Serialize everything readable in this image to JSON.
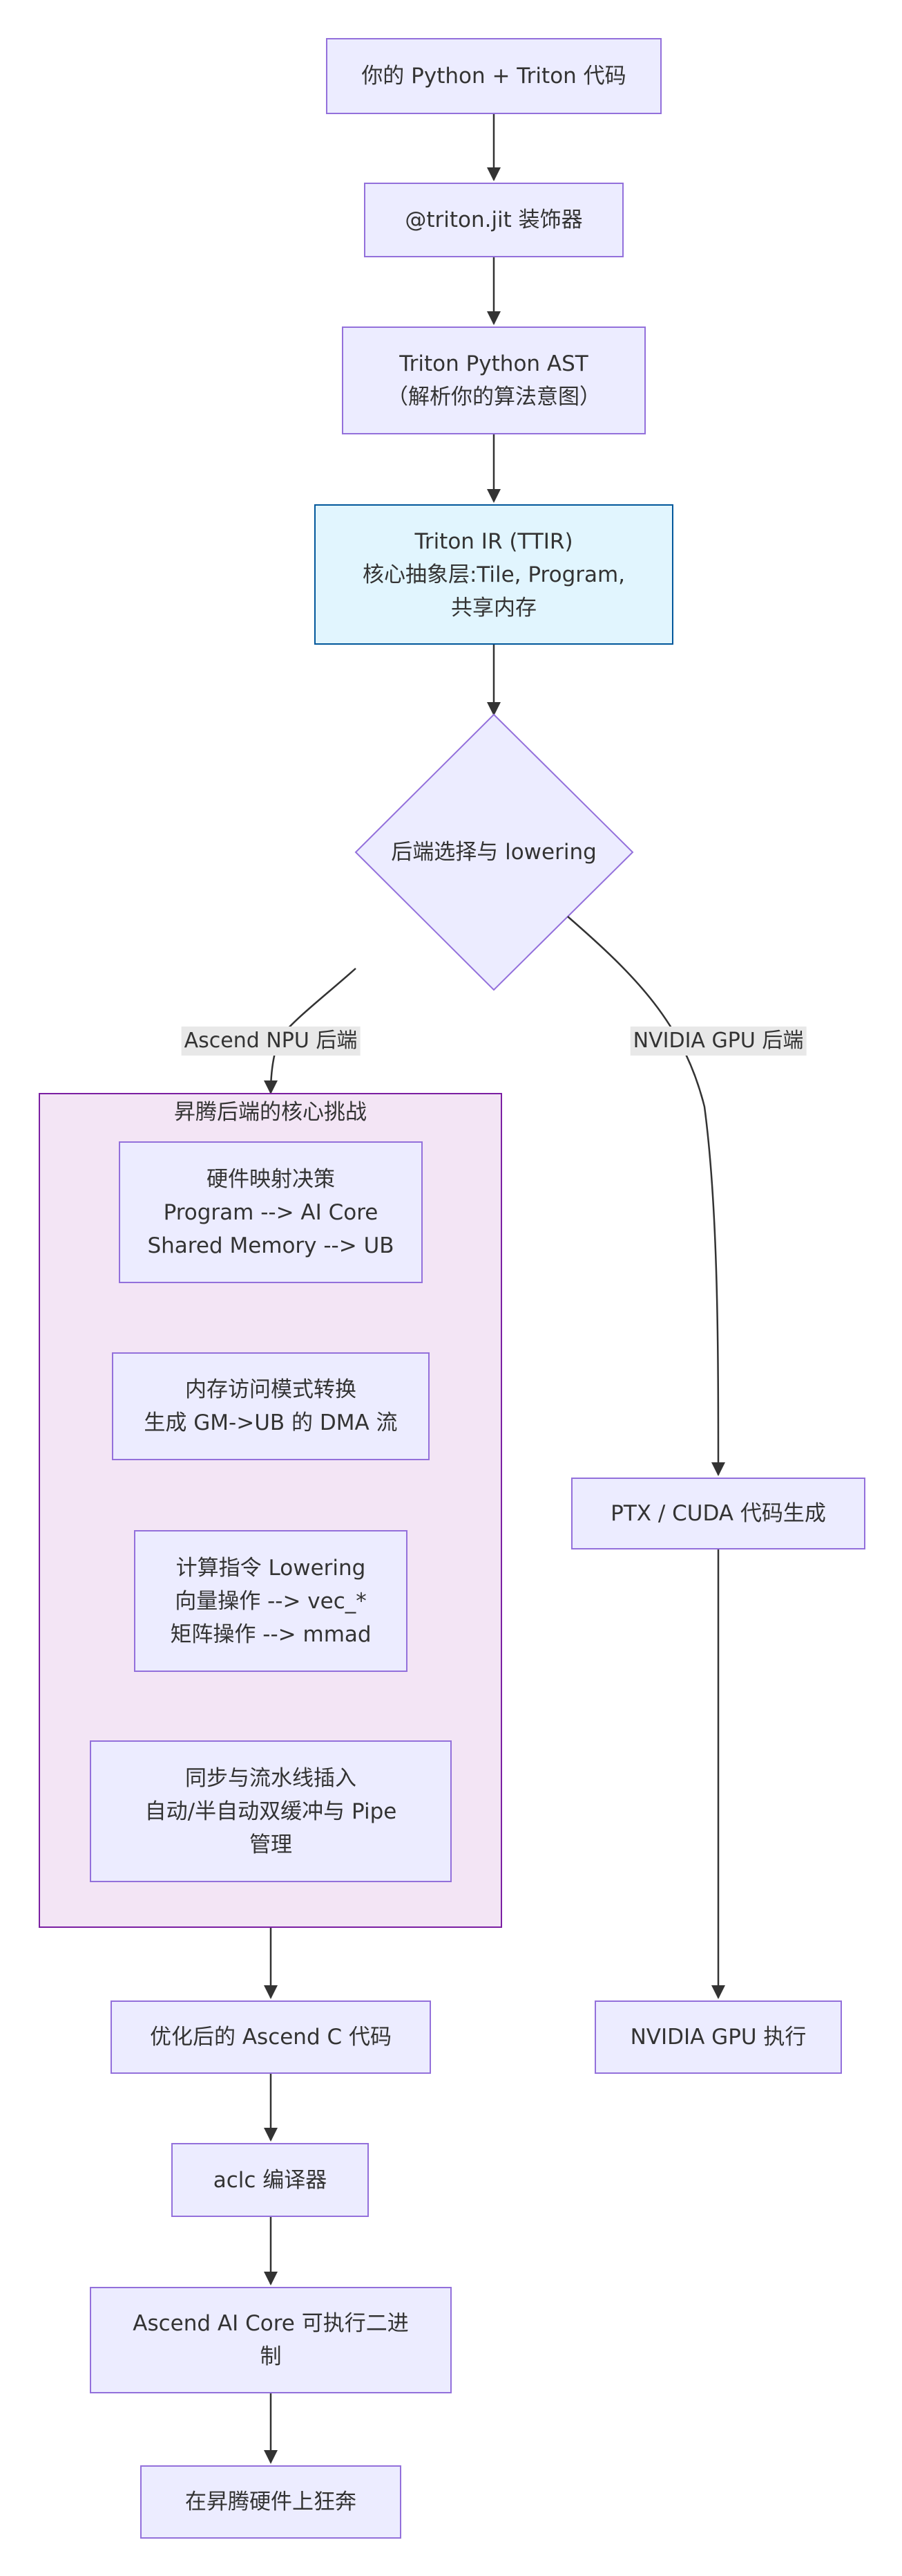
{
  "nodes": {
    "code": "你的 Python + Triton 代码",
    "jit": "@triton.jit 装饰器",
    "ast": [
      "Triton Python AST",
      "（解析你的算法意图）"
    ],
    "ttir": [
      "Triton IR (TTIR)",
      "核心抽象层:Tile, Program,",
      "共享内存"
    ],
    "backend": "后端选择与 lowering",
    "hw_map": [
      "硬件映射决策",
      "Program --> AI Core",
      "Shared Memory --> UB"
    ],
    "mem": [
      "内存访问模式转换",
      "生成 GM->UB 的 DMA 流"
    ],
    "compute": [
      "计算指令 Lowering",
      "向量操作 --> vec_*",
      "矩阵操作 --> mmad"
    ],
    "sync": [
      "同步与流水线插入",
      "自动/半自动双缓冲与 Pipe",
      "管理"
    ],
    "ascend_c": "优化后的 Ascend C 代码",
    "aclc": "aclc 编译器",
    "binary": [
      "Ascend AI Core 可执行二进",
      "制"
    ],
    "run_ascend": "在昇腾硬件上狂奔",
    "ptx": "PTX / CUDA 代码生成",
    "run_nvidia": "NVIDIA GPU 执行"
  },
  "cluster_title": "昇腾后端的核心挑战",
  "edge_labels": {
    "npu": "Ascend NPU 后端",
    "gpu": "NVIDIA GPU 后端"
  },
  "colors": {
    "node_fill": "#ECECFF",
    "node_stroke": "#9370DB",
    "ir_fill": "#E1F5FE",
    "ir_stroke": "#01579B",
    "cluster_fill": "#F3E5F5",
    "cluster_stroke": "#7B1FA2",
    "edge": "#333333"
  }
}
